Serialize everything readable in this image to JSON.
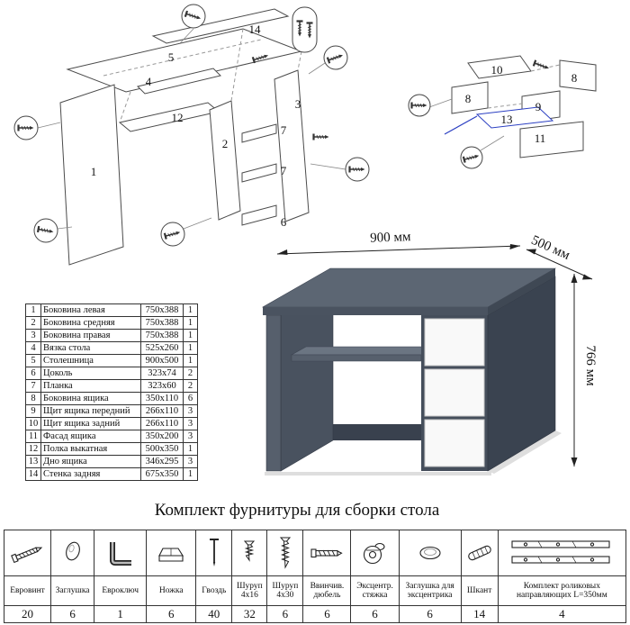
{
  "page": {
    "title": "Комплект фурнитуры для сборки стола"
  },
  "desk": {
    "width_label": "900 мм",
    "depth_label": "500 мм",
    "height_label": "766 мм",
    "body_color": "#4d5666",
    "drawer_color": "#f9f9f9"
  },
  "diagram_left": {
    "labels": {
      "panel14": "14",
      "panel5": "5",
      "panel4": "4",
      "panel12": "12",
      "panel2": "2",
      "panel1": "1",
      "panel3": "3",
      "panel7a": "7",
      "panel7b": "7",
      "panel6": "6"
    }
  },
  "diagram_right": {
    "highlight_color": "#2b3fc2",
    "labels": {
      "panel10": "10",
      "panel8a": "8",
      "panel8b": "8",
      "panel9": "9",
      "panel13": "13",
      "panel11": "11"
    }
  },
  "parts_table": {
    "rows": [
      {
        "num": "1",
        "name": "Боковина левая",
        "size": "750x388",
        "qty": "1"
      },
      {
        "num": "2",
        "name": "Боковина средняя",
        "size": "750x388",
        "qty": "1"
      },
      {
        "num": "3",
        "name": "Боковина правая",
        "size": "750x388",
        "qty": "1"
      },
      {
        "num": "4",
        "name": "Вязка стола",
        "size": "525x260",
        "qty": "1"
      },
      {
        "num": "5",
        "name": "Столешница",
        "size": "900x500",
        "qty": "1"
      },
      {
        "num": "6",
        "name": "Цоколь",
        "size": "323x74",
        "qty": "2"
      },
      {
        "num": "7",
        "name": "Планка",
        "size": "323x60",
        "qty": "2"
      },
      {
        "num": "8",
        "name": "Боковина ящика",
        "size": "350x110",
        "qty": "6"
      },
      {
        "num": "9",
        "name": "Щит ящика передний",
        "size": "266x110",
        "qty": "3"
      },
      {
        "num": "10",
        "name": "Щит ящика задний",
        "size": "266x110",
        "qty": "3"
      },
      {
        "num": "11",
        "name": "Фасад ящика",
        "size": "350x200",
        "qty": "3"
      },
      {
        "num": "12",
        "name": "Полка выкатная",
        "size": "500x350",
        "qty": "1"
      },
      {
        "num": "13",
        "name": "Дно ящика",
        "size": "346x295",
        "qty": "3"
      },
      {
        "num": "14",
        "name": "Стенка задняя",
        "size": "675x350",
        "qty": "1"
      }
    ]
  },
  "hardware": {
    "items": [
      {
        "name": "Евровинт",
        "qty": "20"
      },
      {
        "name": "Заглушка",
        "qty": "6"
      },
      {
        "name": "Евроключ",
        "qty": "1"
      },
      {
        "name": "Ножка",
        "qty": "6"
      },
      {
        "name": "Гвоздь",
        "qty": "40"
      },
      {
        "name": "Шуруп 4х16",
        "qty": "32"
      },
      {
        "name": "Шуруп 4х30",
        "qty": "6"
      },
      {
        "name": "Ввинчив. дюбель",
        "qty": "6"
      },
      {
        "name": "Эксцентр. стяжка",
        "qty": "6"
      },
      {
        "name": "Заглушка для эксцентрика",
        "qty": "6"
      },
      {
        "name": "Шкант",
        "qty": "14"
      },
      {
        "name": "Комплект роликовых направляющих L=350мм",
        "qty": "4"
      }
    ]
  }
}
